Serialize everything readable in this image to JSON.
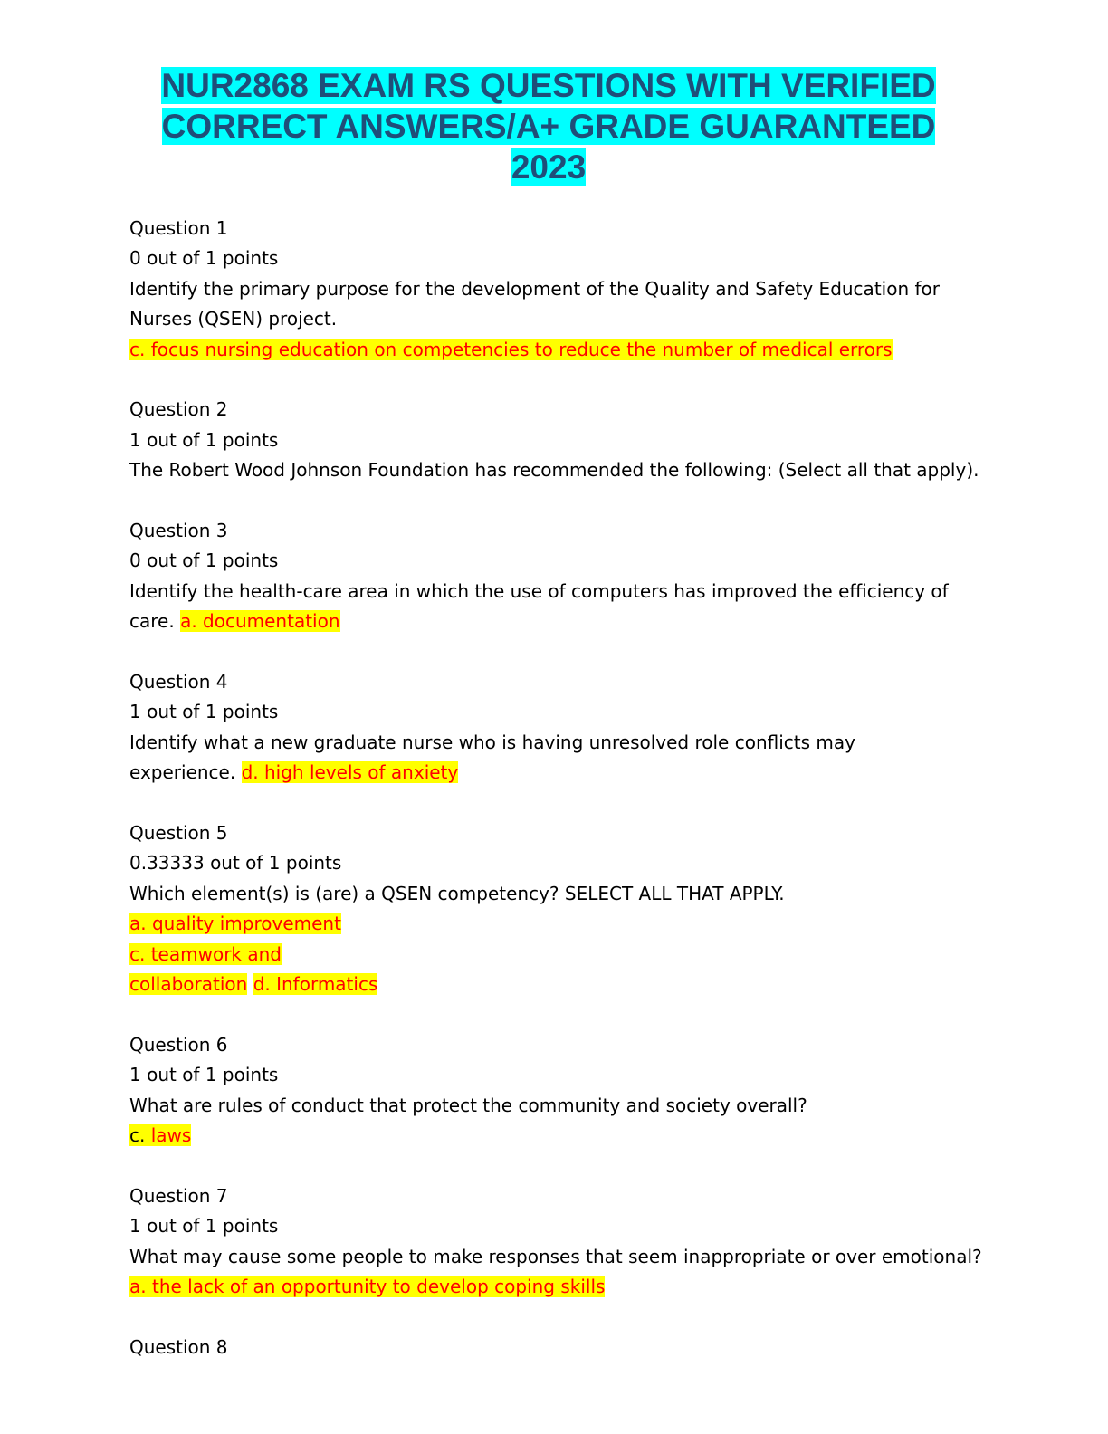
{
  "title": {
    "line1": "NUR2868 EXAM RS QUESTIONS WITH VERIFIED",
    "line2": "CORRECT ANSWERS/A+ GRADE GUARANTEED",
    "line3": "2023"
  },
  "questions": [
    {
      "label": "Question 1",
      "points": "0 out of 1 points",
      "text_line1": "Identify the primary purpose for the development of the Quality and Safety Education for",
      "text_line2": "Nurses (QSEN) project.",
      "answer": "c. focus nursing education on competencies to reduce the number of medical errors"
    },
    {
      "label": "Question 2",
      "points": "1 out of 1 points",
      "text_line1": "The Robert Wood Johnson Foundation has recommended the following: (Select all that apply)."
    },
    {
      "label": "Question 3",
      "points": "0 out of 1 points",
      "text_line1": "Identify the health-care area in which the use of computers has improved the efficiency of",
      "text_line2": "care.",
      "answer": "a. documentation"
    },
    {
      "label": "Question 4",
      "points": "1 out of 1 points",
      "text_line1": "Identify what a new graduate nurse who is having unresolved role conflicts may",
      "text_line2": "experience.",
      "answer": "d. high levels of anxiety"
    },
    {
      "label": "Question 5",
      "points": "0.33333 out of 1 points",
      "text_line1": "Which element(s) is (are) a QSEN competency? SELECT ALL THAT APPLY.",
      "answer_a": "a. quality improvement",
      "answer_c1": "c. teamwork and",
      "answer_c2": "collaboration",
      "answer_d": "d. Informatics"
    },
    {
      "label": "Question 6",
      "points": "1 out of 1 points",
      "text_line1": "What are rules of conduct that protect the community and society overall?",
      "answer_prefix": "c.",
      "answer": "laws"
    },
    {
      "label": "Question 7",
      "points": "1 out of 1 points",
      "text_line1": "What may cause some people to make responses that seem inappropriate or over emotional?",
      "answer": "a. the lack of an opportunity to develop coping skills"
    },
    {
      "label": "Question 8"
    }
  ],
  "colors": {
    "title_text": "#1f4e79",
    "title_highlight": "#00ffff",
    "answer_text": "#ff0000",
    "answer_highlight": "#ffff00"
  }
}
